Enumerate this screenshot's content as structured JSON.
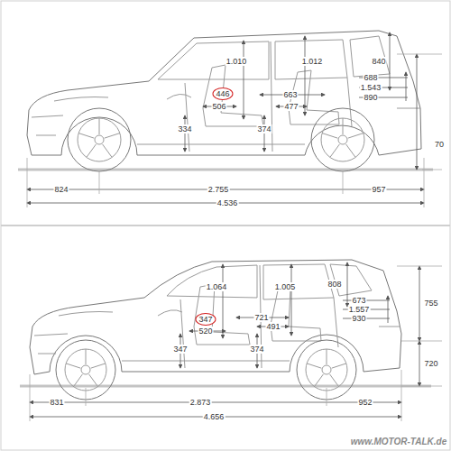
{
  "diagram": {
    "labels": [
      "1.010",
      "1.012",
      "840",
      "688",
      "1.543",
      "890",
      "663",
      "446",
      "506",
      "477",
      "334",
      "374",
      "70",
      "824",
      "2.755",
      "957",
      "4.536",
      "1.064",
      "1.005",
      "808",
      "673",
      "1.557",
      "930",
      "755",
      "721",
      "347",
      "520",
      "491",
      "347",
      "374",
      "720",
      "831",
      "2.873",
      "952",
      "4.656",
      "www.MOTOR-TALK.de"
    ]
  }
}
